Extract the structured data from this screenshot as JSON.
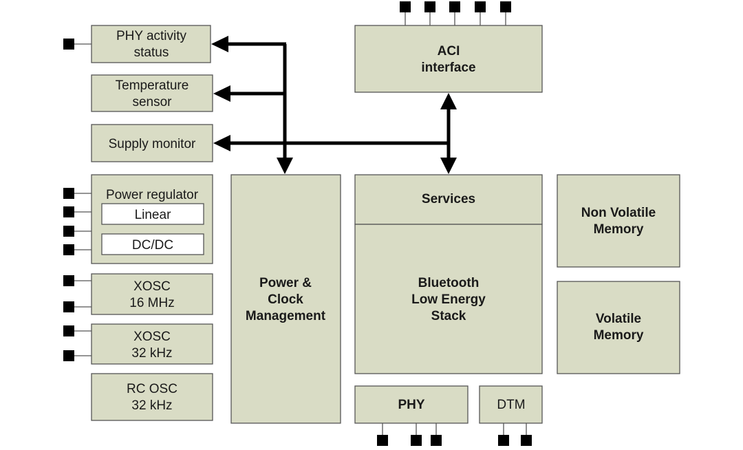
{
  "blocks": {
    "phy_activity": [
      "PHY activity",
      "status"
    ],
    "temperature": [
      "Temperature",
      "sensor"
    ],
    "supply_monitor": [
      "Supply monitor"
    ],
    "power_regulator": {
      "title": "Power regulator",
      "linear": "Linear",
      "dcdc": "DC/DC"
    },
    "xosc16": [
      "XOSC",
      "16 MHz"
    ],
    "xosc32": [
      "XOSC",
      "32 kHz"
    ],
    "rcosc": [
      "RC OSC",
      "32 kHz"
    ],
    "power_clock": [
      "Power &",
      "Clock",
      "Management"
    ],
    "aci": [
      "ACI",
      "interface"
    ],
    "services": [
      "Services"
    ],
    "ble_stack": [
      "Bluetooth",
      "Low Energy",
      "Stack"
    ],
    "nvm": [
      "Non Volatile",
      "Memory"
    ],
    "vm": [
      "Volatile",
      "Memory"
    ],
    "phy": [
      "PHY"
    ],
    "dtm": [
      "DTM"
    ]
  }
}
